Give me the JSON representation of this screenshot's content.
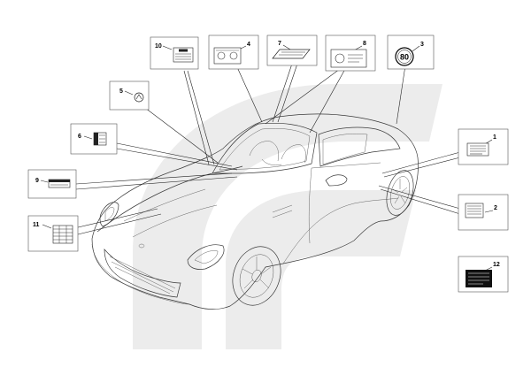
{
  "callouts": [
    {
      "id": "1",
      "label": "1"
    },
    {
      "id": "2",
      "label": "2"
    },
    {
      "id": "3",
      "label": "3"
    },
    {
      "id": "4",
      "label": "4"
    },
    {
      "id": "5",
      "label": "5"
    },
    {
      "id": "6",
      "label": "6"
    },
    {
      "id": "7",
      "label": "7"
    },
    {
      "id": "8",
      "label": "8"
    },
    {
      "id": "9",
      "label": "9"
    },
    {
      "id": "10",
      "label": "10"
    },
    {
      "id": "11",
      "label": "11"
    },
    {
      "id": "12",
      "label": "12"
    }
  ],
  "speed_badge": "80",
  "colors": {
    "watermark": "#ececec",
    "line": "#3a3a3a",
    "plate_dark": "#111111"
  }
}
